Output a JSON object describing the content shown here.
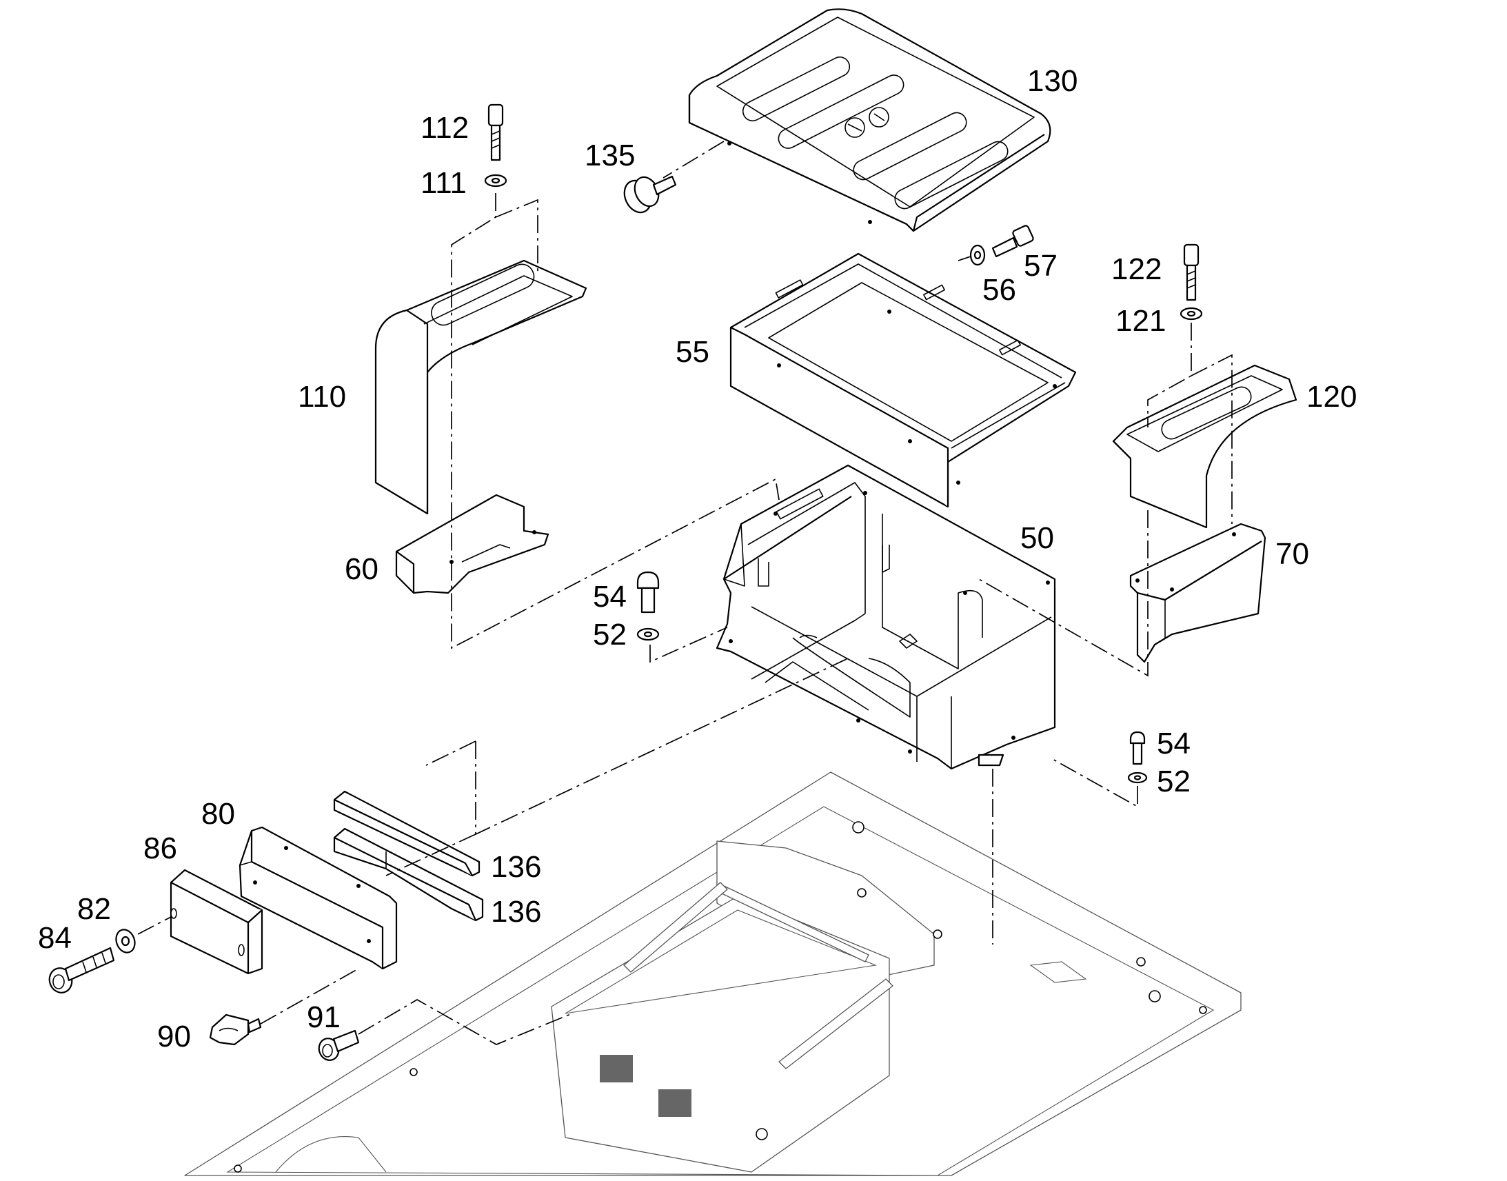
{
  "callouts": {
    "c130": "130",
    "c135": "135",
    "c112": "112",
    "c111": "111",
    "c110": "110",
    "c60": "60",
    "c55": "55",
    "c56": "56",
    "c57": "57",
    "c122": "122",
    "c121": "121",
    "c120": "120",
    "c70": "70",
    "c50": "50",
    "c54a": "54",
    "c52a": "52",
    "c54b": "54",
    "c52b": "52",
    "c80": "80",
    "c86": "86",
    "c82": "82",
    "c84": "84",
    "c136a": "136",
    "c136b": "136",
    "c90": "90",
    "c91": "91"
  }
}
